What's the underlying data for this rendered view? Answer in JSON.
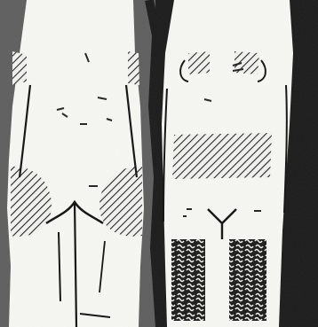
{
  "figure": {
    "kind": "body-diagram",
    "colors": {
      "background": "#1a1a1a",
      "background_left": "#5e5e5e",
      "skin": "#f7f7f3",
      "outline": "#111111",
      "hatch": "#222222"
    },
    "views": [
      {
        "view": "back",
        "marked_regions": [
          "upper-back-shoulder-left",
          "upper-back-shoulder-right",
          "left-buttock",
          "right-buttock"
        ],
        "pattern": "diagonal-hatch"
      },
      {
        "view": "front",
        "marked_regions": [
          "upper-chest-left",
          "upper-chest-right",
          "abdomen-band",
          "left-thigh",
          "right-thigh"
        ],
        "patterns": {
          "chest": "diagonal-hatch",
          "abdomen": "diagonal-hatch",
          "thighs": "squiggle-grid"
        }
      }
    ]
  }
}
